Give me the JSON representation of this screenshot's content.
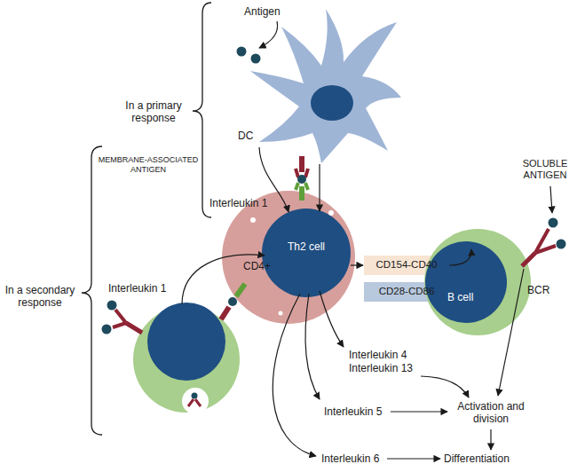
{
  "diagram": {
    "nodes": [
      {
        "text": [
          "DC"
        ]
      },
      {
        "text": [
          "CD4+"
        ]
      },
      {
        "text": [
          "Th2 cell"
        ],
        "in": 1
      },
      {
        "text": [
          "CD154-CD40"
        ]
      },
      {
        "text": [
          "CD28-CD86"
        ]
      },
      {
        "text": [
          "B cell"
        ]
      }
    ],
    "edges": [
      {
        "from": 0,
        "to": 2,
        "arrow": "to"
      },
      {
        "from": 2,
        "to": 3,
        "arrow": "to"
      },
      {
        "from": 3,
        "to": 5,
        "arrow": "to"
      }
    ],
    "labels": [
      "In a primary response",
      "MEMBRANE-ASSOCIATED ANTIGEN",
      "In a secondary response",
      "Antigen",
      "Interleukin 1",
      "SOLUBLE ANTIGEN",
      "BCR",
      "Interleukin 1",
      "Interleukin 4",
      "Interleukin 13",
      "Interleukin 5",
      "Activation and division",
      "Interleukin 6",
      "Differentiation"
    ]
  }
}
